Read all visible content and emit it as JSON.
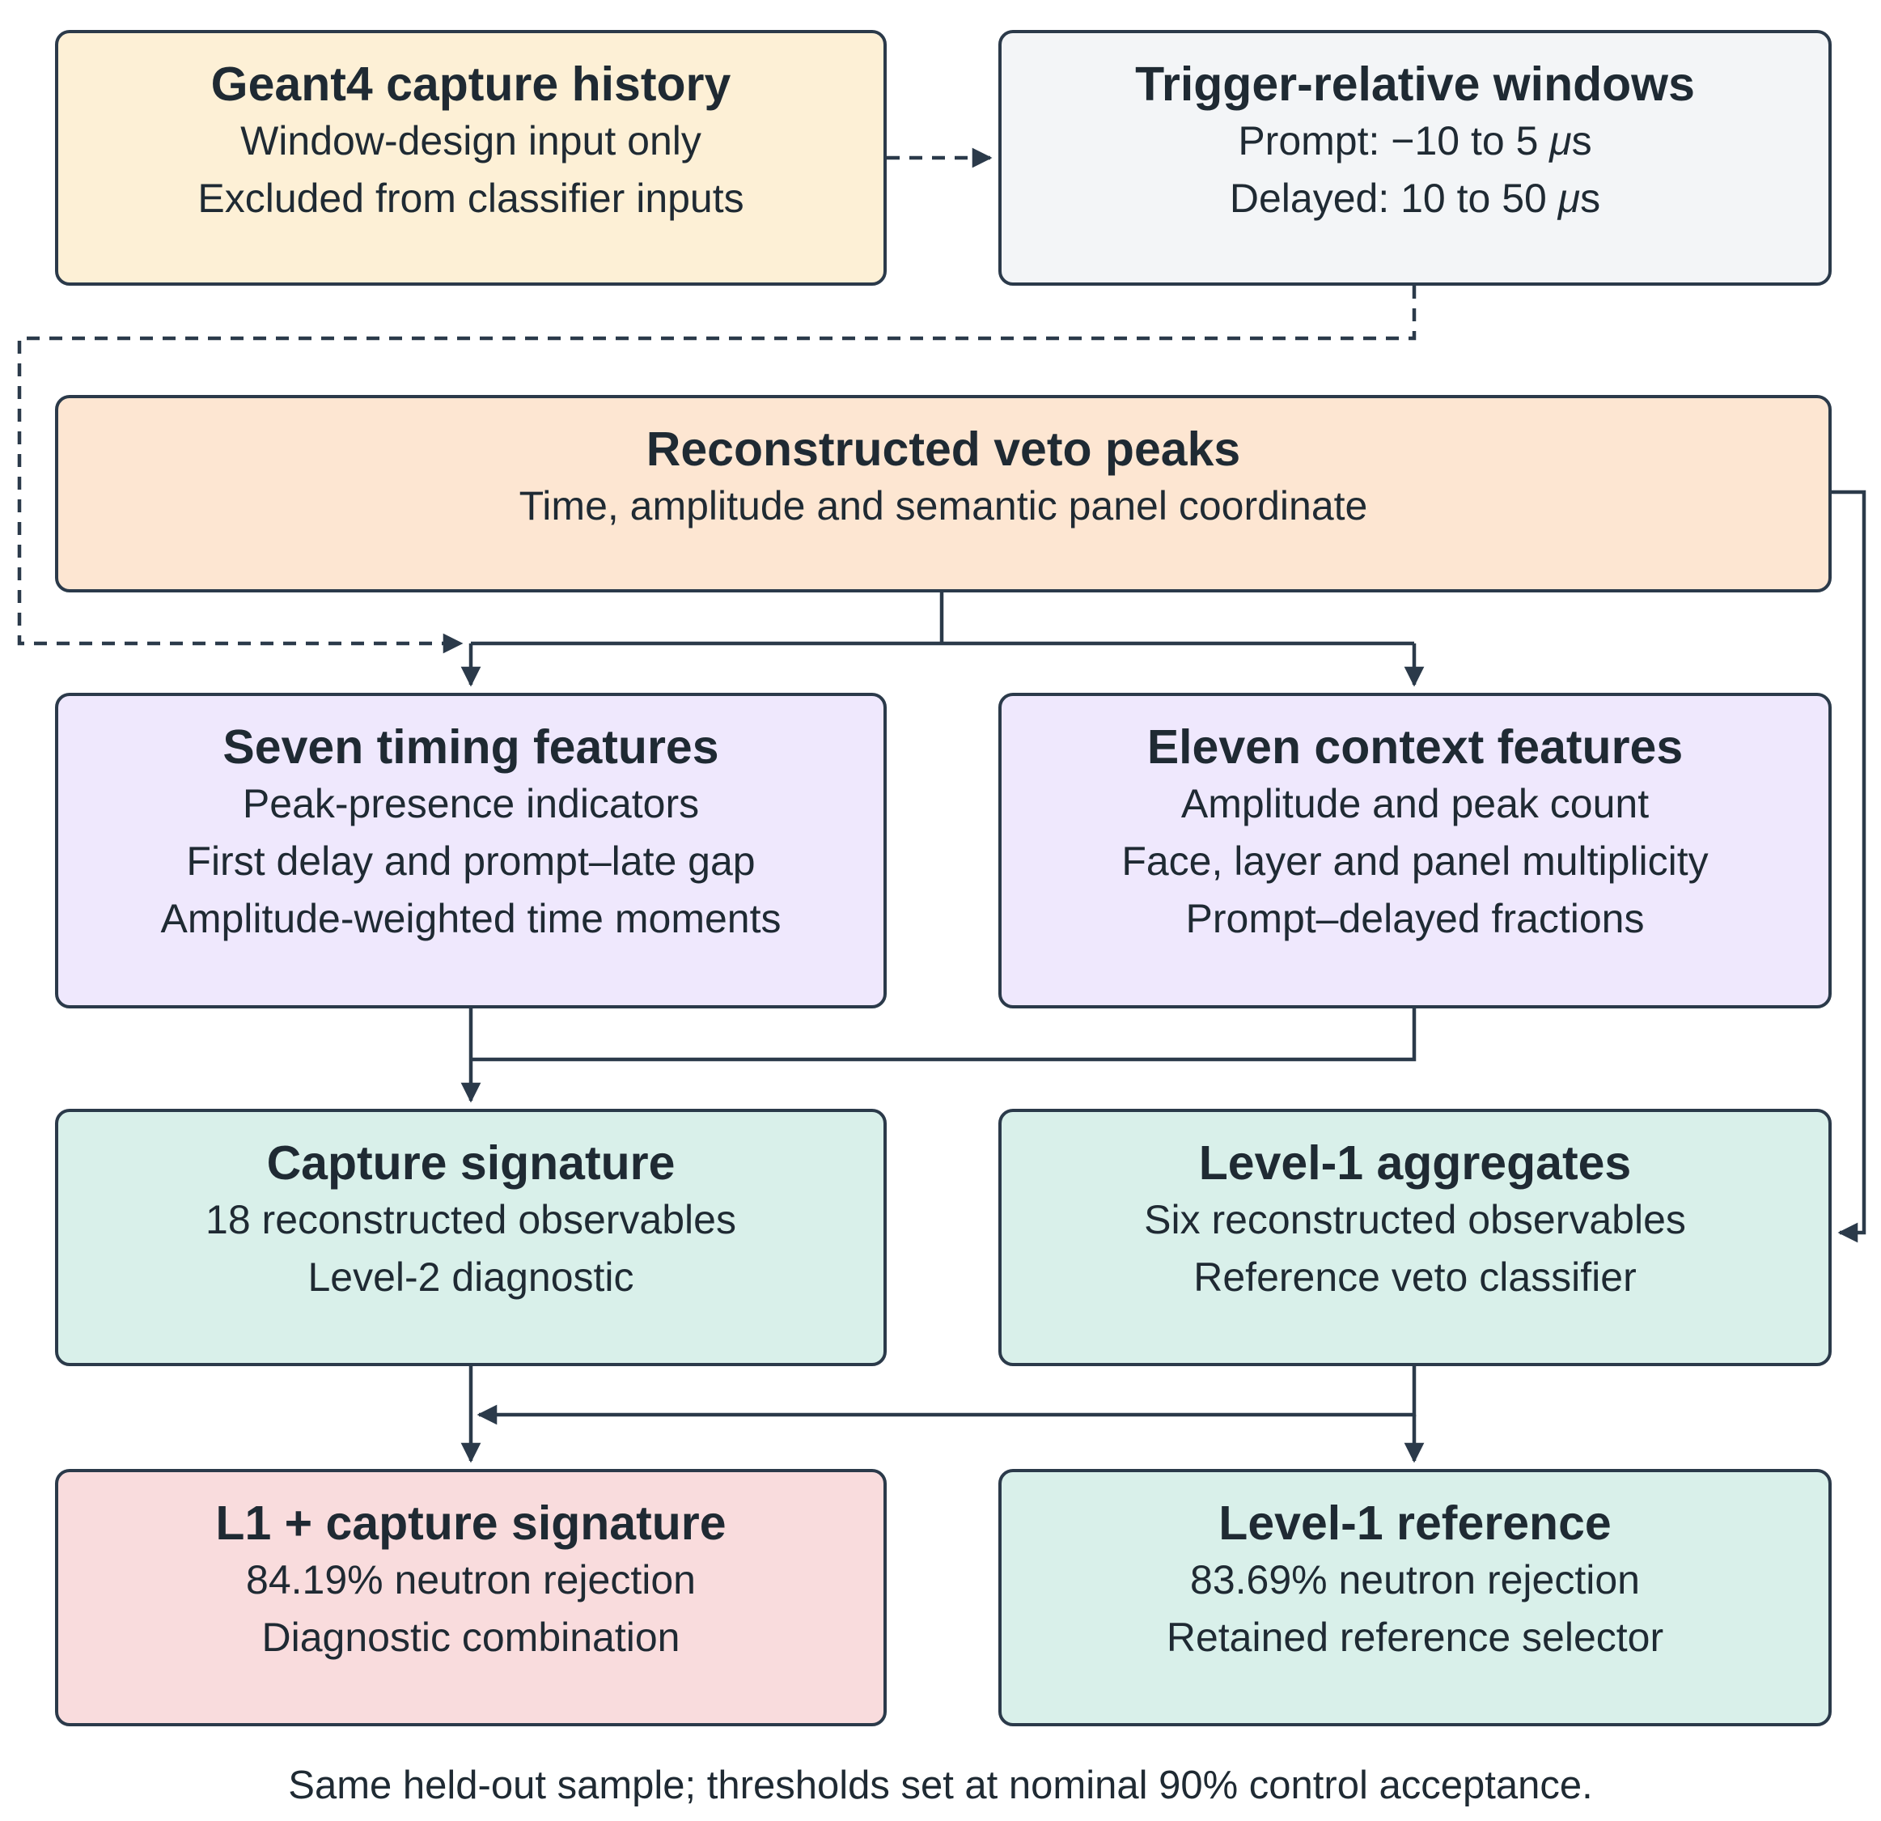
{
  "colors": {
    "stroke": "#2b3a4a",
    "yellow": "#fdf0d6",
    "grey": "#f3f5f7",
    "orange": "#fde6d2",
    "purple": "#efe8fd",
    "teal": "#d9f0ea",
    "pink": "#f9dcdd"
  },
  "boxes": {
    "geant4": {
      "title": "Geant4 capture history",
      "lines": [
        "Window-design input only",
        "Excluded from classifier inputs"
      ]
    },
    "trigger": {
      "title": "Trigger-relative windows",
      "prompt_prefix": "Prompt: −10 to 5 ",
      "delayed_prefix": "Delayed: 10 to 50 ",
      "unit_mu": "μ",
      "unit_s": "s"
    },
    "veto_peaks": {
      "title": "Reconstructed veto peaks",
      "lines": [
        "Time, amplitude and semantic panel coordinate"
      ]
    },
    "timing": {
      "title": "Seven timing features",
      "lines": [
        "Peak-presence indicators",
        "First delay and prompt–late gap",
        "Amplitude-weighted time moments"
      ]
    },
    "context": {
      "title": "Eleven context features",
      "lines": [
        "Amplitude and peak count",
        "Face, layer and panel multiplicity",
        "Prompt–delayed fractions"
      ]
    },
    "capture_sig": {
      "title": "Capture signature",
      "lines": [
        "18 reconstructed observables",
        "Level-2 diagnostic"
      ]
    },
    "level1_agg": {
      "title": "Level-1 aggregates",
      "lines": [
        "Six reconstructed observables",
        "Reference veto classifier"
      ]
    },
    "l1_capture": {
      "title": "L1 + capture signature",
      "lines": [
        "84.19% neutron rejection",
        "Diagnostic combination"
      ]
    },
    "level1_ref": {
      "title": "Level-1 reference",
      "lines": [
        "83.69% neutron rejection",
        "Retained reference selector"
      ]
    }
  },
  "caption": "Same held-out sample; thresholds set at nominal 90% control acceptance."
}
